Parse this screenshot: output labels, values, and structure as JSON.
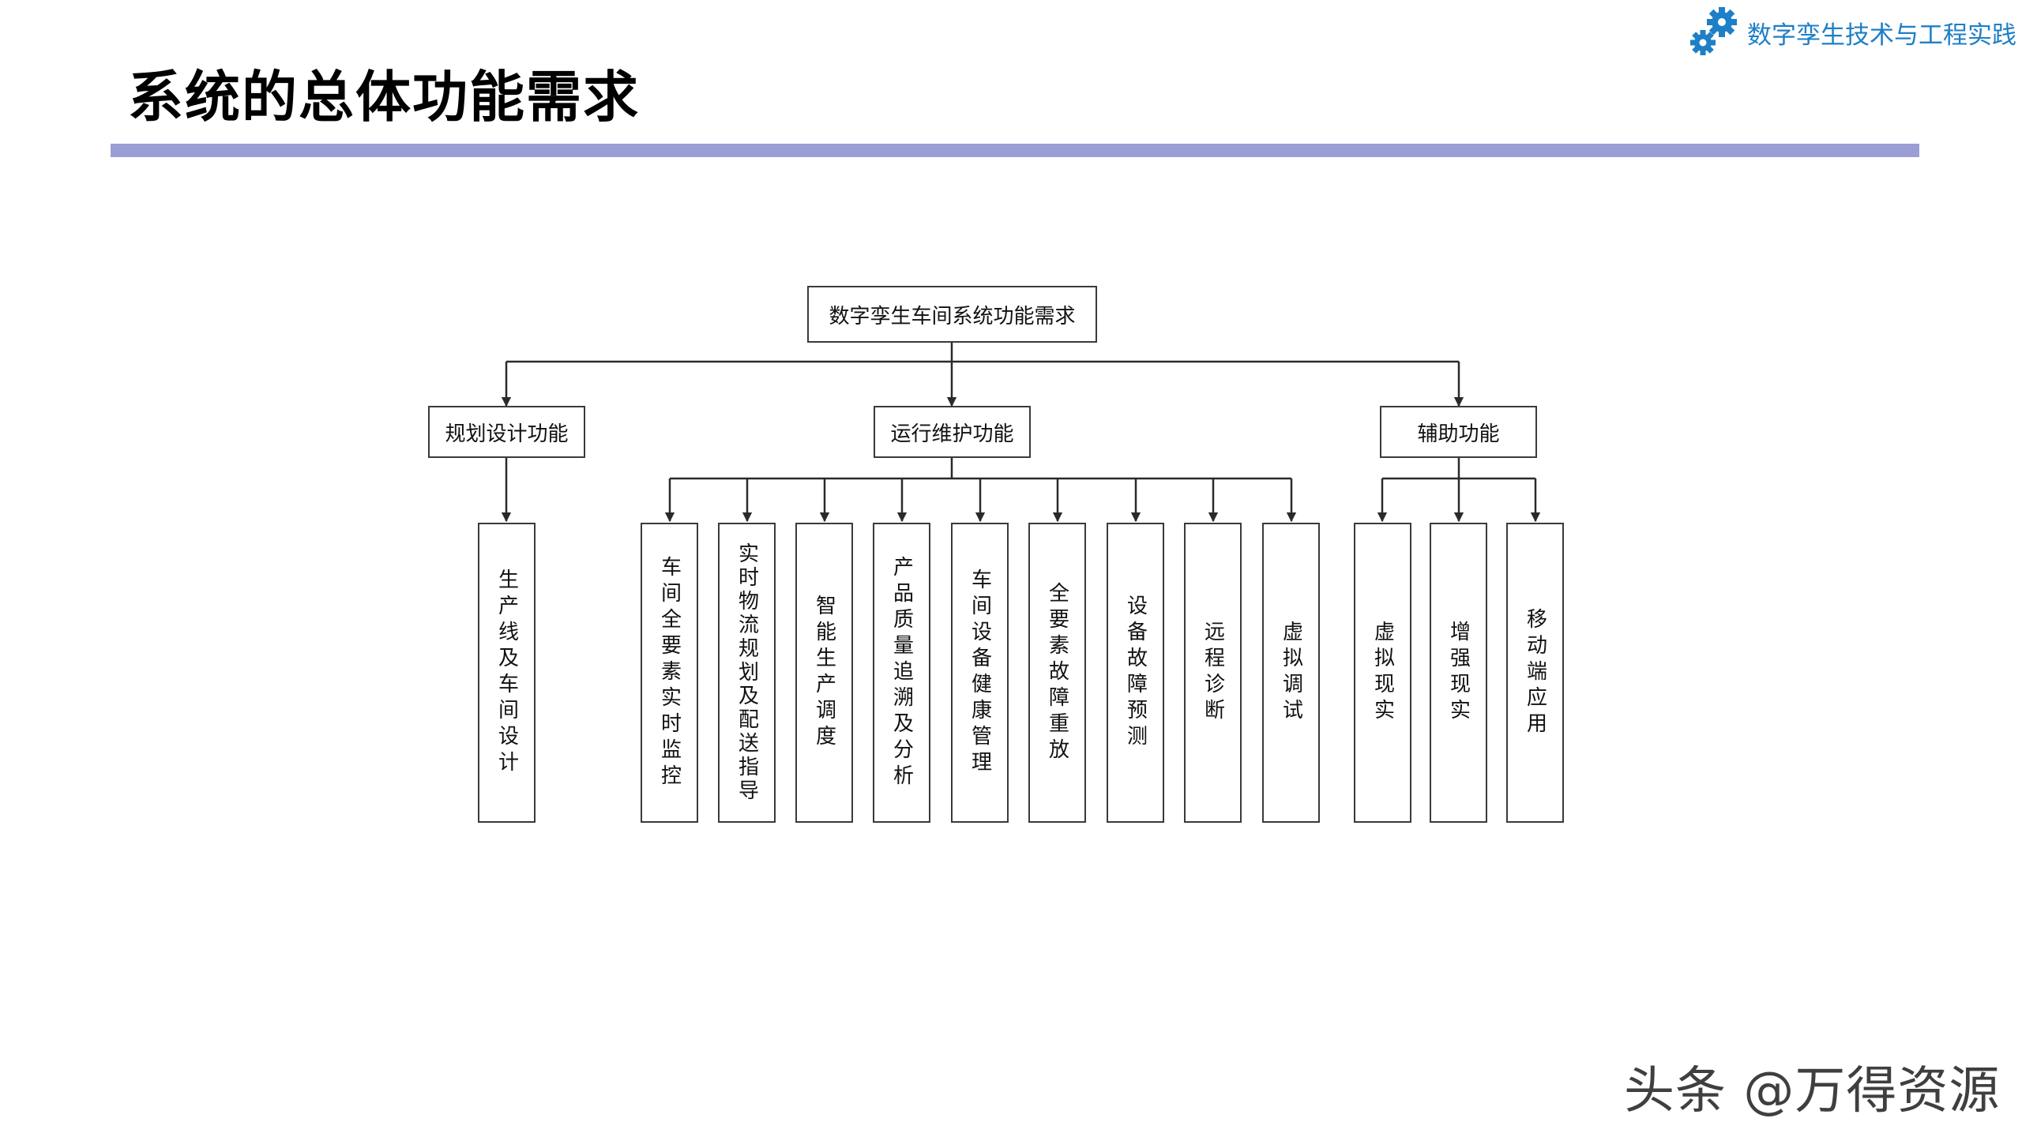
{
  "header": {
    "brand_text": "数字孪生技术与工程实践",
    "brand_icon": "gears-icon",
    "title": "系统的总体功能需求",
    "accent_color": "#9a9ed5",
    "brand_color": "#1e7fc6"
  },
  "diagram": {
    "root": "数字孪生车间系统功能需求",
    "branches": [
      {
        "label": "规划设计功能",
        "children": [
          "生产线及车间设计"
        ]
      },
      {
        "label": "运行维护功能",
        "children": [
          "车间全要素实时监控",
          "实时物流规划及配送指导",
          "智能生产调度",
          "产品质量追溯及分析",
          "车间设备健康管理",
          "全要素故障重放",
          "设备故障预测",
          "远程诊断",
          "虚拟调试"
        ]
      },
      {
        "label": "辅助功能",
        "children": [
          "虚拟现实",
          "增强现实",
          "移动端应用"
        ]
      }
    ]
  },
  "watermark": "头条 @万得资源"
}
